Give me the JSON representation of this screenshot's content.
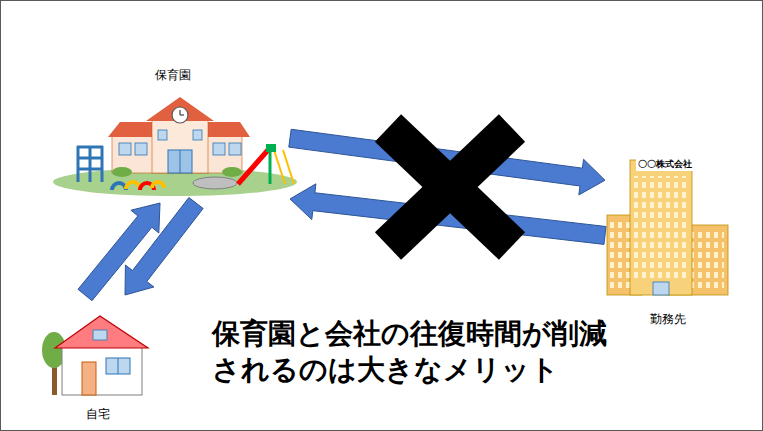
{
  "diagram": {
    "nodes": [
      {
        "text": [
          "保育園"
        ]
      },
      {
        "text": [
          "勤務先"
        ]
      },
      {
        "text": [
          "自宅"
        ]
      }
    ],
    "edges": [
      {
        "from": 0,
        "to": 1,
        "arrow": "to"
      },
      {
        "from": 1,
        "to": 0,
        "arrow": "to"
      },
      {
        "from": 2,
        "to": 0,
        "arrow": "to"
      },
      {
        "from": 0,
        "to": 2,
        "arrow": "to"
      }
    ],
    "labels": [
      "〇〇株式会社",
      "保育園と会社の往復時間が削減 されるのは大きなメリット"
    ]
  }
}
